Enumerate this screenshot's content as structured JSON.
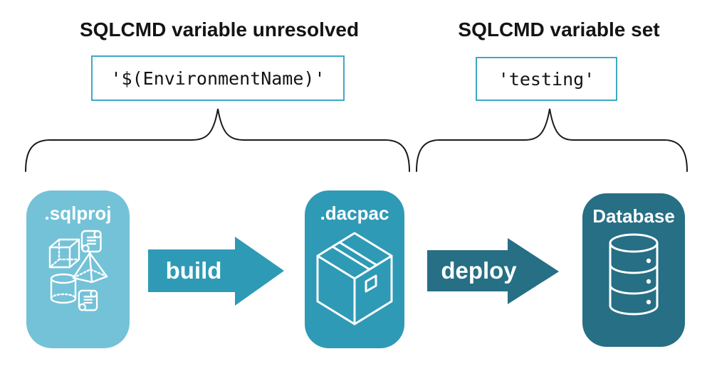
{
  "annotations": {
    "left": {
      "heading": "SQLCMD variable unresolved",
      "code": "'$(EnvironmentName)'"
    },
    "right": {
      "heading": "SQLCMD variable set",
      "code": "'testing'"
    }
  },
  "pipeline": {
    "nodes": [
      {
        "label": ".sqlproj",
        "icon": "sql-objects-icons",
        "color": "#74c2d7"
      },
      {
        "label": ".dacpac",
        "icon": "package-box-icon",
        "color": "#2e9ab6"
      },
      {
        "label": "Database",
        "icon": "database-cylinder-icon",
        "color": "#266f85"
      }
    ],
    "arrows": [
      {
        "label": "build",
        "color": "#2e9ab6"
      },
      {
        "label": "deploy",
        "color": "#266f85"
      }
    ]
  },
  "colors": {
    "background": "#ffffff",
    "code_box_border": "#3fa8c6",
    "brace_stroke": "#1a1a1a",
    "heading_text": "#141414",
    "node_text": "#ffffff",
    "node_sqlproj": "#74c2d7",
    "node_dacpac": "#2e9ab6",
    "node_database": "#266f85",
    "arrow_build": "#2e9ab6",
    "arrow_deploy": "#266f85"
  }
}
